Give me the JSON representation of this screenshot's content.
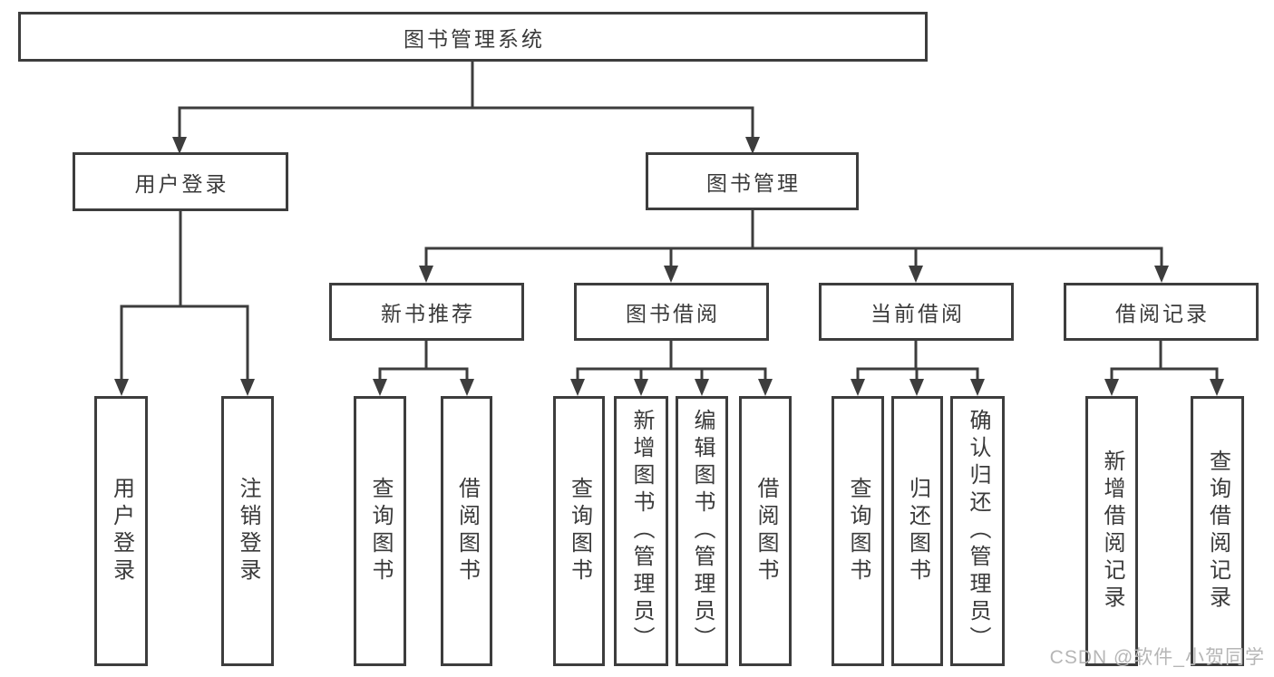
{
  "diagram": {
    "title": "图书管理系统",
    "nodes": {
      "user_login": {
        "label": "用户登录",
        "children": [
          "用户登录",
          "注销登录"
        ]
      },
      "book_management": {
        "label": "图书管理"
      },
      "new_book_recommend": {
        "label": "新书推荐",
        "children": [
          "查询图书",
          "借阅图书"
        ]
      },
      "book_borrow": {
        "label": "图书借阅",
        "children": [
          "查询图书",
          "新增图书（管理员）",
          "编辑图书（管理员）",
          "借阅图书"
        ]
      },
      "current_borrow": {
        "label": "当前借阅",
        "children": [
          "查询图书",
          "归还图书",
          "确认归还（管理员）"
        ]
      },
      "borrow_records": {
        "label": "借阅记录",
        "children": [
          "新增借阅记录",
          "查询借阅记录"
        ]
      }
    },
    "line_color": "#3d3d3d"
  },
  "watermark": {
    "text": "CSDN @软件_小贺同学"
  }
}
